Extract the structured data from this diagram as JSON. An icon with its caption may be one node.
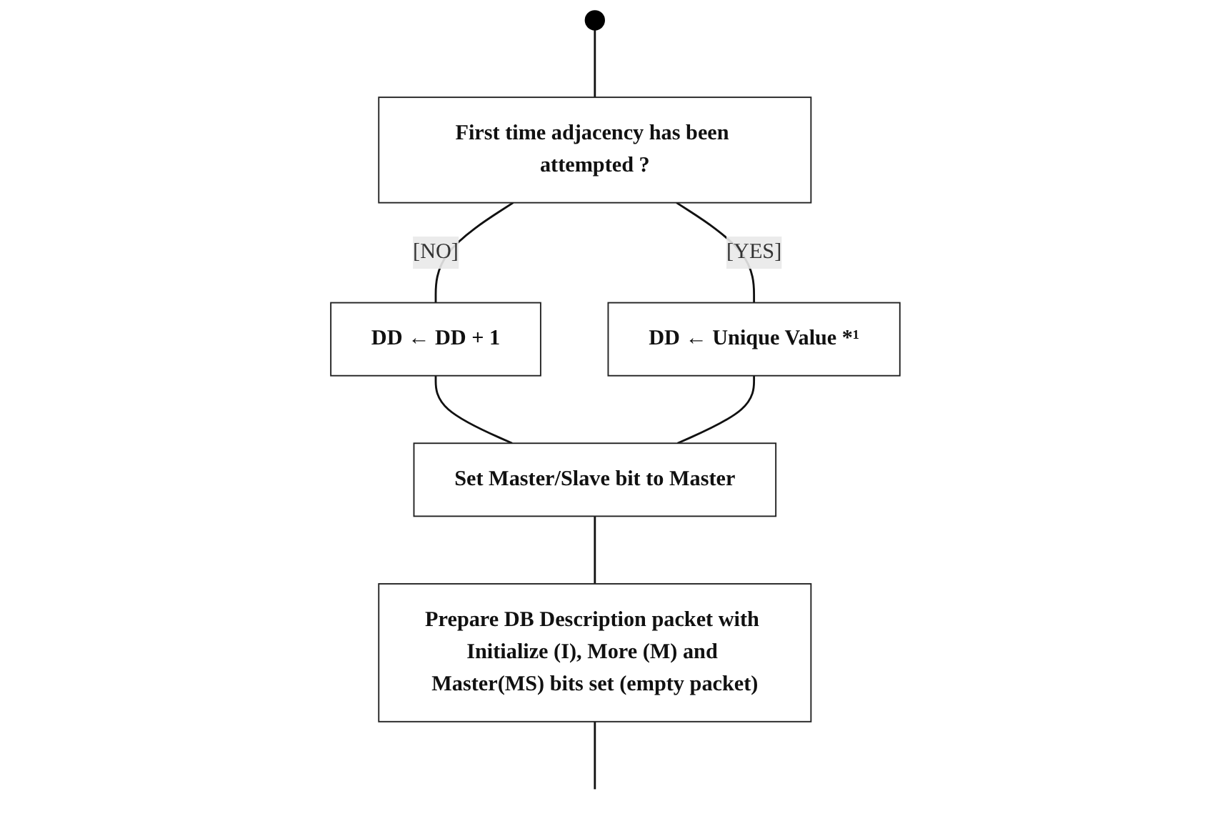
{
  "diagram": {
    "nodes": [
      {
        "text": [],
        "shape": "circle"
      },
      {
        "text": [
          "First time adjacency has been attempted ?"
        ]
      },
      {
        "text": [
          "DD ← DD + 1"
        ]
      },
      {
        "text": [
          "DD ← Unique Value *¹"
        ]
      },
      {
        "text": [
          "Set Master/Slave bit to Master"
        ]
      },
      {
        "text": [
          "Prepare DB Description packet with Initialize (I), More (M) and Master(MS) bits set (empty packet)"
        ]
      }
    ],
    "edges": [
      {
        "from": 0,
        "to": 1,
        "arrow": "none"
      },
      {
        "from": 1,
        "to": 2,
        "label": "[NO]",
        "arrow": "none"
      },
      {
        "from": 1,
        "to": 3,
        "label": "[YES]",
        "arrow": "none"
      },
      {
        "from": 2,
        "to": 4,
        "arrow": "none"
      },
      {
        "from": 3,
        "to": 4,
        "arrow": "none"
      },
      {
        "from": 4,
        "to": 5,
        "arrow": "none"
      },
      {
        "from": 5,
        "to": null,
        "arrow": "none"
      }
    ]
  }
}
